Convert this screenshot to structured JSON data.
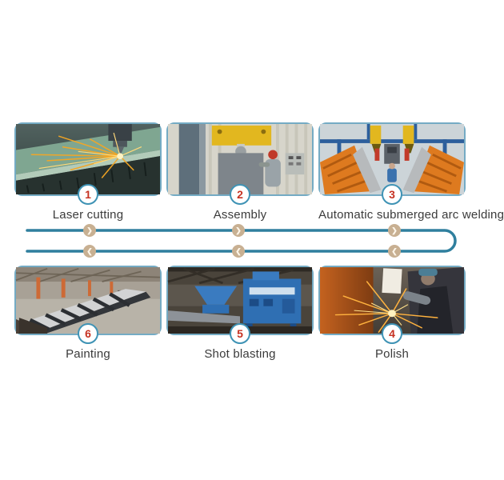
{
  "steps_top": [
    {
      "number": "1",
      "label": "Laser cutting",
      "image": "laser-cutting-photo"
    },
    {
      "number": "2",
      "label": "Assembly",
      "image": "assembly-photo"
    },
    {
      "number": "3",
      "label": "Automatic submerged arc welding",
      "image": "submerged-arc-welding-photo"
    }
  ],
  "steps_bottom": [
    {
      "number": "6",
      "label": "Painting",
      "image": "painting-photo"
    },
    {
      "number": "5",
      "label": "Shot blasting",
      "image": "shot-blasting-photo"
    },
    {
      "number": "4",
      "label": "Polish",
      "image": "polish-photo"
    }
  ],
  "flow": {
    "forward_arrow": "❯",
    "backward_arrow": "❮",
    "line_color": "#2f7f9e",
    "arrow_circle_color": "#c8b092",
    "card_border_color": "#74abc4",
    "badge_border_color": "#3f93b5",
    "badge_number_color": "#c63222",
    "label_color": "#3b3b3b"
  }
}
